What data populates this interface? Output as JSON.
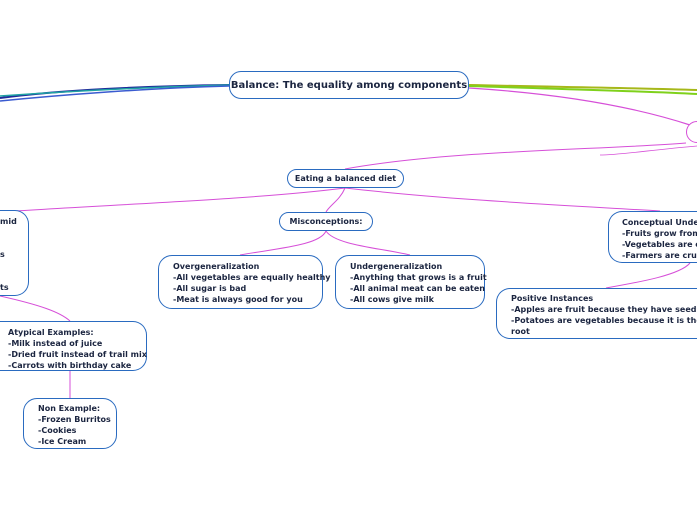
{
  "root": {
    "label": "Balance: The equality among components"
  },
  "diet": {
    "label": "Eating a balanced diet"
  },
  "misconceptions": {
    "label": "Misconceptions:"
  },
  "overgeneralization": {
    "title": "Overgeneralization",
    "lines": [
      "-All vegetables are equally healthy",
      "-All sugar is bad",
      "-Meat is always good for you"
    ]
  },
  "undergeneralization": {
    "title": "Undergeneralization",
    "lines": [
      "-Anything that grows is a fruit",
      "-All animal meat can be eaten",
      "-All cows give milk"
    ]
  },
  "conceptual": {
    "title": "Conceptual Unders",
    "lines": [
      "-Fruits grow from f",
      "-Vegetables are ot",
      "-Farmers are crucia"
    ]
  },
  "positive": {
    "title": "Positive Instances",
    "lines": [
      "-Apples are fruit because they have seeds",
      "-Potatoes are vegetables because it is the",
      "root"
    ]
  },
  "atypical": {
    "title": "Atypical Examples:",
    "lines": [
      "-Milk instead of juice",
      "-Dried fruit instead of trail mix",
      "-Carrots with birthday cake"
    ]
  },
  "nonexample": {
    "title": "Non Example:",
    "lines": [
      "-Frozen Burritos",
      "-Cookies",
      "-Ice Cream"
    ]
  },
  "left_fragments": [
    "mid",
    "s",
    "ts"
  ],
  "colors": {
    "node_border": "#2a6bc0",
    "magenta": "#d64fd8",
    "navy": "#1f2a9a",
    "teal": "#1fa3a3",
    "olive": "#a6b81a",
    "green": "#7fd11b"
  }
}
